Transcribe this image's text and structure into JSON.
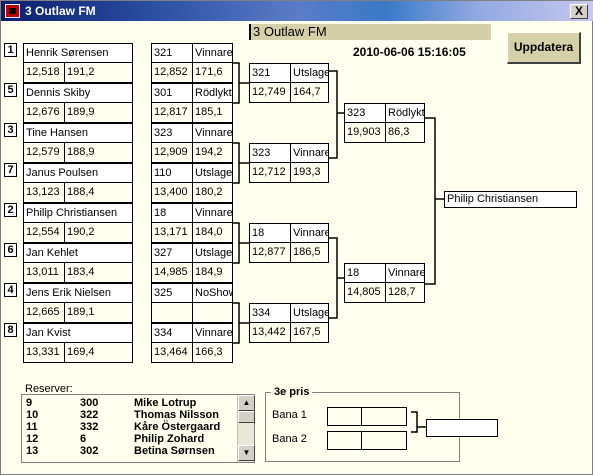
{
  "window": {
    "title": "3 Outlaw FM",
    "close_label": "X"
  },
  "header": {
    "title": "3 Outlaw FM",
    "timestamp": "2010-06-06 15:16:05",
    "update_button": "Uppdatera"
  },
  "seeds": [
    "1",
    "5",
    "3",
    "7",
    "2",
    "6",
    "4",
    "8"
  ],
  "round1": [
    {
      "name": "Henrik Sørensen",
      "a": "12,518",
      "b": "191,2"
    },
    {
      "name": "Dennis Skiby",
      "a": "12,676",
      "b": "189,9"
    },
    {
      "name": "Tine Hansen",
      "a": "12,579",
      "b": "188,9"
    },
    {
      "name": "Janus Poulsen",
      "a": "13,123",
      "b": "188,4"
    },
    {
      "name": "Philip Christiansen",
      "a": "12,554",
      "b": "190,2"
    },
    {
      "name": "Jan Kehlet",
      "a": "13,011",
      "b": "183,4"
    },
    {
      "name": "Jens Erik Nielsen",
      "a": "12,665",
      "b": "189,1"
    },
    {
      "name": "Jan Kvist",
      "a": "13,331",
      "b": "169,4"
    }
  ],
  "round1_results": [
    {
      "num": "321",
      "status": "Vinnare",
      "a": "12,852",
      "b": "171,6"
    },
    {
      "num": "301",
      "status": "Rödlyktan",
      "a": "12,817",
      "b": "185,1"
    },
    {
      "num": "323",
      "status": "Vinnare",
      "a": "12,909",
      "b": "194,2"
    },
    {
      "num": "110",
      "status": "Utslagen",
      "a": "13,400",
      "b": "180,2"
    },
    {
      "num": "18",
      "status": "Vinnare",
      "a": "13,171",
      "b": "184,0"
    },
    {
      "num": "327",
      "status": "Utslagen",
      "a": "14,985",
      "b": "184,9"
    },
    {
      "num": "325",
      "status": "NoShow",
      "a": "",
      "b": ""
    },
    {
      "num": "334",
      "status": "Vinnare",
      "a": "13,464",
      "b": "166,3"
    }
  ],
  "round2": [
    {
      "num": "321",
      "status": "Utslagen",
      "a": "12,749",
      "b": "164,7"
    },
    {
      "num": "323",
      "status": "Vinnare",
      "a": "12,712",
      "b": "193,3"
    },
    {
      "num": "18",
      "status": "Vinnare",
      "a": "12,877",
      "b": "186,5"
    },
    {
      "num": "334",
      "status": "Utslagen",
      "a": "13,442",
      "b": "167,5"
    }
  ],
  "round3": [
    {
      "num": "323",
      "status": "Rödlyktan",
      "a": "19,903",
      "b": "86,3"
    },
    {
      "num": "18",
      "status": "Vinnare",
      "a": "14,805",
      "b": "128,7"
    }
  ],
  "winner": "Philip Christiansen",
  "reserves": {
    "label": "Reserver:",
    "rows": [
      {
        "n": "9",
        "num": "300",
        "name": "Mike Lotrup"
      },
      {
        "n": "10",
        "num": "322",
        "name": "Thomas Nilsson"
      },
      {
        "n": "11",
        "num": "332",
        "name": "Kåre Östergaard"
      },
      {
        "n": "12",
        "num": "6",
        "name": "Philip Zohard"
      },
      {
        "n": "13",
        "num": "302",
        "name": "Betina Sørnsen"
      }
    ]
  },
  "third": {
    "title": "3e pris",
    "bana1": "Bana 1",
    "bana2": "Bana 2"
  }
}
